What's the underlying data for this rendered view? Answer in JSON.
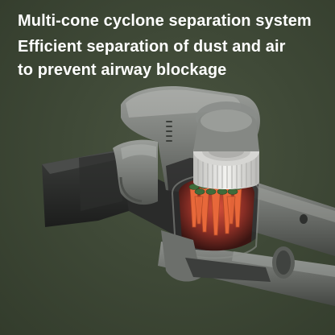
{
  "headline": {
    "line1": "Multi-cone cyclone separation system",
    "line2": "Efficient separation of dust and air",
    "line3": "to prevent airway blockage"
  },
  "colors": {
    "background": "#3c4534",
    "vacuum_body": "#7a7d7a",
    "cones_orange": "#e8683a",
    "cones_green_tips": "#3f6b3a",
    "filter_white": "#e6e6e3",
    "text": "#ffffff"
  },
  "product_illustration": {
    "subject": "handheld cordless vacuum cleaner cutaway",
    "icon": "vacuum-cleaner-photo"
  }
}
